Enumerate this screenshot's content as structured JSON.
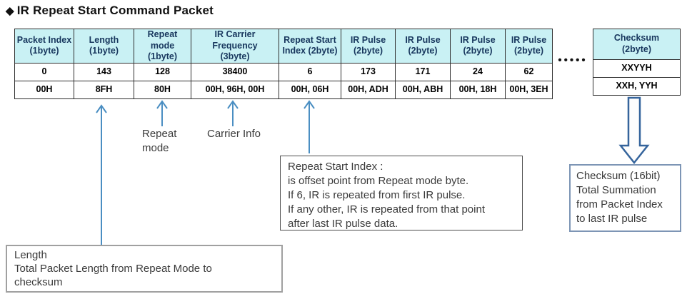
{
  "title": {
    "bullet": "◆",
    "text": "IR Repeat Start Command Packet"
  },
  "packet_table": {
    "columns": [
      {
        "header": "Packet Index\n(1byte)",
        "value": "0",
        "hex": "00H"
      },
      {
        "header": "Length\n(1byte)",
        "value": "143",
        "hex": "8FH"
      },
      {
        "header": "Repeat mode\n(1byte)",
        "value": "128",
        "hex": "80H"
      },
      {
        "header": "IR Carrier Frequency\n(3byte)",
        "value": "38400",
        "hex": "00H, 96H, 00H"
      },
      {
        "header": "Repeat Start\nIndex (2byte)",
        "value": "6",
        "hex": "00H, 06H"
      },
      {
        "header": "IR Pulse\n(2byte)",
        "value": "173",
        "hex": "00H, ADH"
      },
      {
        "header": "IR Pulse\n(2byte)",
        "value": "171",
        "hex": "00H, ABH"
      },
      {
        "header": "IR Pulse\n(2byte)",
        "value": "24",
        "hex": "00H, 18H"
      },
      {
        "header": "IR Pulse\n(2byte)",
        "value": "62",
        "hex": "00H, 3EH"
      }
    ]
  },
  "ellipsis": "•••••",
  "checksum_column": {
    "header": "Checksum\n(2byte)",
    "value": "XXYYH",
    "hex": "XXH, YYH"
  },
  "annotations": {
    "repeat_mode": "Repeat\nmode",
    "carrier_info": "Carrier Info",
    "repeat_start_note": "Repeat Start Index :\nis offset point from Repeat mode byte.\nIf 6, IR is repeated from first IR pulse.\nIf any other, IR is repeated from that point\nafter last IR pulse data.",
    "checksum_note": "Checksum (16bit)\nTotal Summation\nfrom Packet Index\nto last IR pulse",
    "length_note": "Length\nTotal Packet Length from Repeat Mode to\nchecksum"
  },
  "colors": {
    "header_bg": "#c9f1f4",
    "header_text": "#17365d",
    "arrow": "#4a8ec2",
    "block_arrow_stroke": "#35649c"
  }
}
